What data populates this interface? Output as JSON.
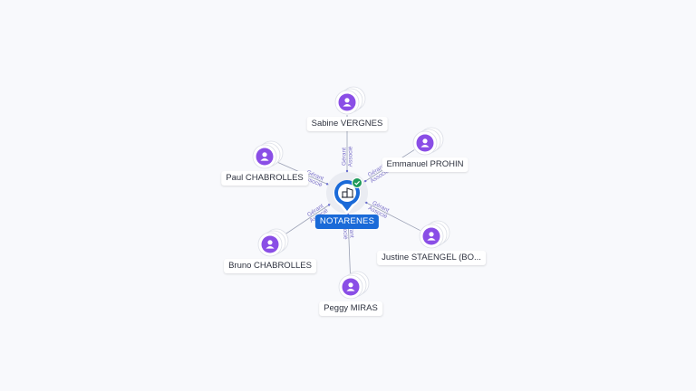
{
  "company": {
    "name": "NOTARENES",
    "icon": "building-icon",
    "badge_icon": "check-icon",
    "color": "#1a6ad8",
    "badge_color": "#1e9a5a"
  },
  "person_color": "#8a4ee6",
  "edge_color": "#9aa0b4",
  "persons": [
    {
      "name": "Sabine VERGNES",
      "role1": "Gérant",
      "role2": "Associé"
    },
    {
      "name": "Emmanuel PROHIN",
      "role1": "Gérant",
      "role2": "Associé"
    },
    {
      "name": "Justine STAENGEL (BO...",
      "role1": "Gérant",
      "role2": "Associé"
    },
    {
      "name": "Peggy MIRAS",
      "role1": "Gérant",
      "role2": "Associé"
    },
    {
      "name": "Bruno CHABROLLES",
      "role1": "Gérant",
      "role2": "Associé"
    },
    {
      "name": "Paul CHABROLLES",
      "role1": "Gérant",
      "role2": "Associé"
    }
  ]
}
